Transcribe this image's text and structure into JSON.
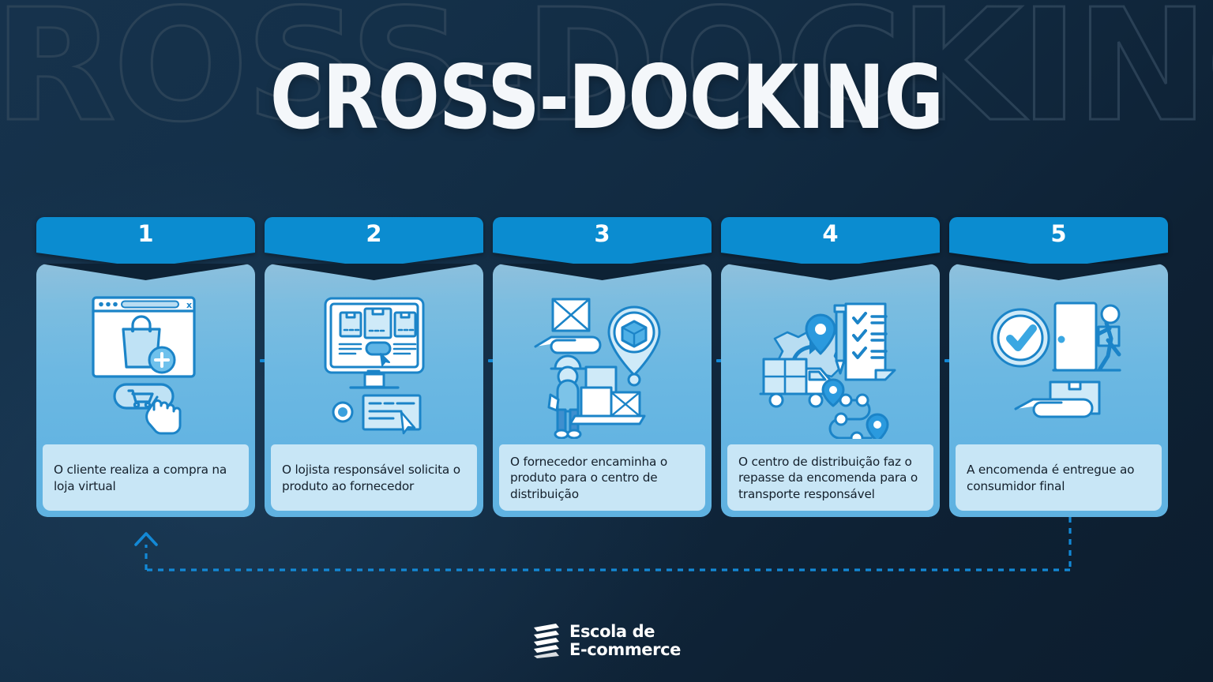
{
  "page": {
    "title": "CROSS-DOCKING",
    "ghost_title": "CROSS-DOCKING",
    "background_color": "#13293d",
    "accent_color": "#0b8cd0",
    "card_body_color": "#6cb8e2",
    "caption_bg_color": "#c8e6f6",
    "caption_text_color": "#14202c"
  },
  "steps": [
    {
      "number": "1",
      "icon": "browser-shopping-bag-cart-cursor-icon",
      "caption": "O cliente realiza a compra na loja virtual"
    },
    {
      "number": "2",
      "icon": "monitor-product-catalog-form-cursor-icon",
      "caption": "O lojista responsável solicita o produto ao fornecedor"
    },
    {
      "number": "3",
      "icon": "hand-package-location-pin-warehouse-worker-icon",
      "caption": "O fornecedor encaminha o produto para o centro de distribuição"
    },
    {
      "number": "4",
      "icon": "delivery-truck-map-checklist-route-icon",
      "caption": "O centro de distribuição faz o repasse da encomenda para o transporte responsável"
    },
    {
      "number": "5",
      "icon": "check-circle-door-delivery-hand-box-icon",
      "caption": "A encomenda é entregue ao consumidor final"
    }
  ],
  "loop": {
    "name": "feedback-loop-arrow",
    "color": "#1389d6",
    "style": "dotted",
    "direction": "step-5-back-to-step-1"
  },
  "footer": {
    "logo_icon": "stacked-layers-logo-icon",
    "brand_line_1": "Escola de",
    "brand_line_2": "E-commerce"
  }
}
